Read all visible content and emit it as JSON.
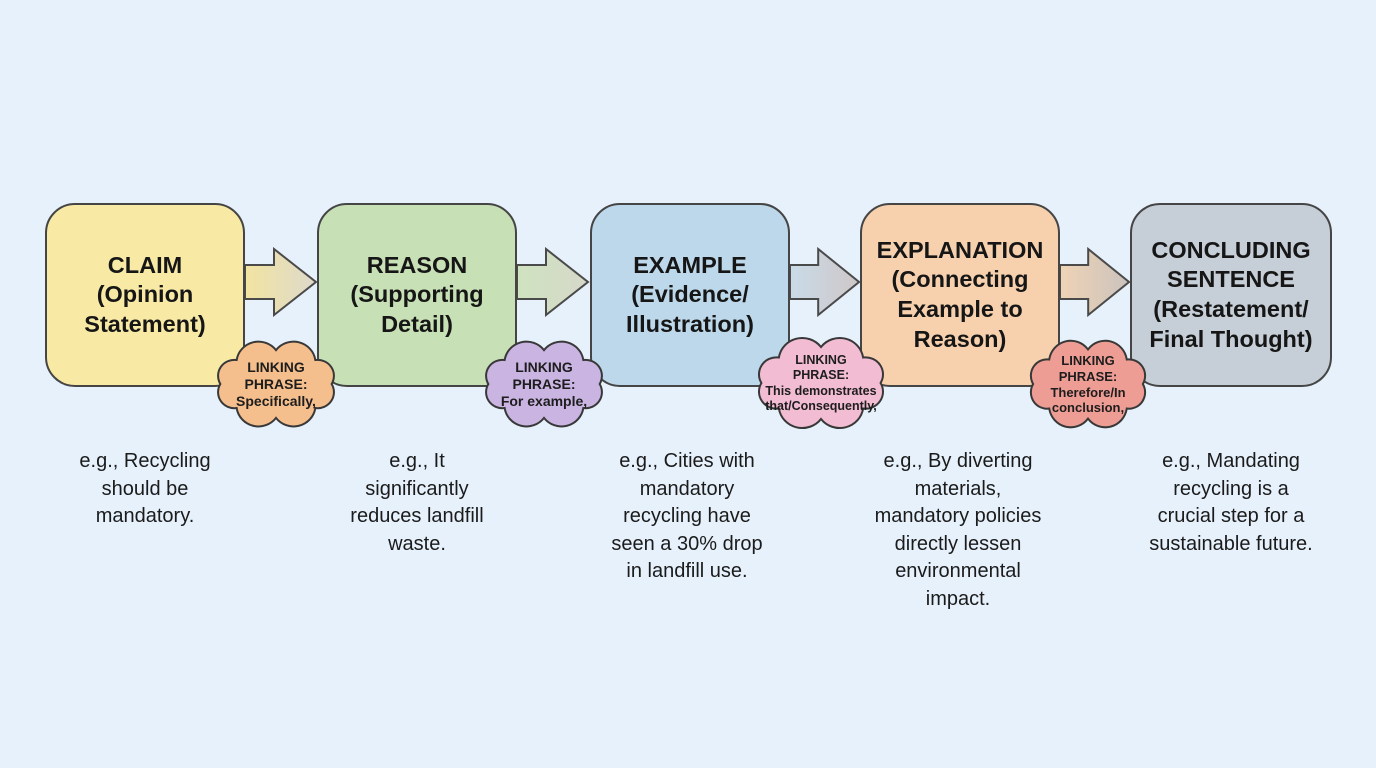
{
  "background_color": "#e6f1fb",
  "diagram": {
    "steps": [
      {
        "title": "CLAIM\n(Opinion\nStatement)",
        "fill": "#f8e9a5",
        "example": "e.g., Recycling\nshould be\nmandatory."
      },
      {
        "title": "REASON\n(Supporting\nDetail)",
        "fill": "#c8e0b5",
        "example": "e.g., It\nsignificantly\nreduces landfill\nwaste."
      },
      {
        "title": "EXAMPLE\n(Evidence/\nIllustration)",
        "fill": "#bdd8ea",
        "example": "e.g., Cities with\nmandatory\nrecycling have\nseen a 30% drop\nin landfill use."
      },
      {
        "title": "EXPLANATION\n(Connecting\nExample to\nReason)",
        "fill": "#f7d1ae",
        "example": "e.g., By diverting\nmaterials,\nmandatory policies\ndirectly lessen\nenvironmental\nimpact."
      },
      {
        "title": "CONCLUDING\nSENTENCE\n(Restatement/\nFinal Thought)",
        "fill": "#c6cfd7",
        "example": "e.g., Mandating\nrecycling is a\ncrucial step for a\nsustainable future."
      }
    ],
    "connectors": [
      {
        "heading": "LINKING\nPHRASE:",
        "phrase": "Specifically,",
        "cloud_fill": "#f5bf8d",
        "arrow_start": "#f2e4a1",
        "arrow_end": "#ded9cb"
      },
      {
        "heading": "LINKING\nPHRASE:",
        "phrase": "For example,",
        "cloud_fill": "#c9b4e2",
        "arrow_start": "#cfe3c0",
        "arrow_end": "#d6d8c9"
      },
      {
        "heading": "LINKING\nPHRASE:",
        "phrase": "This demonstrates\nthat/Consequently,",
        "cloud_fill": "#f2bcd2",
        "arrow_start": "#c9dbe8",
        "arrow_end": "#cfc7c8"
      },
      {
        "heading": "LINKING\nPHRASE:",
        "phrase": "Therefore/In\nconclusion,",
        "cloud_fill": "#ee9d94",
        "arrow_start": "#efd3b5",
        "arrow_end": "#cbc3bd"
      }
    ]
  }
}
